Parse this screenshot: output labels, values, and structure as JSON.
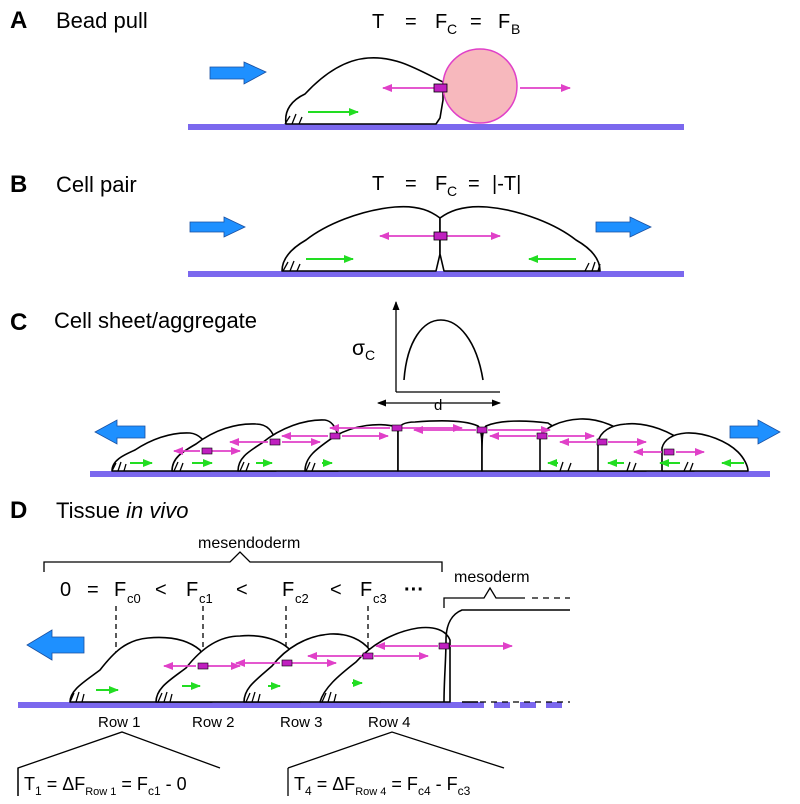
{
  "panels": {
    "a": {
      "letter": "A",
      "title": "Bead pull",
      "eq_t": "T",
      "eq_eq1": "=",
      "eq_f": "F",
      "eq_c": "C",
      "eq_eq2": "=",
      "eq_fb": "F",
      "eq_b": "B"
    },
    "b": {
      "letter": "B",
      "title": "Cell pair",
      "eq_t": "T",
      "eq_eq1": "=",
      "eq_f": "F",
      "eq_c": "C",
      "eq_eq2": "=",
      "eq_abs": "|-T|"
    },
    "c": {
      "letter": "C",
      "title": "Cell sheet/aggregate",
      "sigma": "σ",
      "sigma_sub": "C",
      "d_label": "d"
    },
    "d": {
      "letter": "D",
      "title_main": "Tissue ",
      "title_em": "in vivo",
      "mesendoderm": "mesendoderm",
      "mesoderm": "mesoderm",
      "ineq": [
        "0",
        "=",
        "F",
        "c0",
        "<",
        "F",
        "c1",
        "<",
        "F",
        "c2",
        "<",
        "F",
        "c3",
        "···"
      ],
      "rows": [
        "Row 1",
        "Row 2",
        "Row 3",
        "Row 4"
      ],
      "t1": {
        "t": "T",
        "sub": "1",
        "eq": " = ΔF",
        "rowsub": "Row 1",
        "rest": " = F",
        "c1": "c1",
        "tail": " - 0"
      },
      "t4": {
        "t": "T",
        "sub": "4",
        "eq": " = ΔF",
        "rowsub": "Row 4",
        "rest": " = F",
        "c4": "c4",
        "mid": " - F",
        "c3": "c3"
      }
    }
  },
  "colors": {
    "substrate": "#7b68ee",
    "big_arrow": "#1e90ff",
    "traction_arrow": "#22dd22",
    "tension_arrow": "#e040c8",
    "junction": "#c020c0",
    "bead": "#f7b8bd",
    "bead_outline": "#e040c8"
  }
}
